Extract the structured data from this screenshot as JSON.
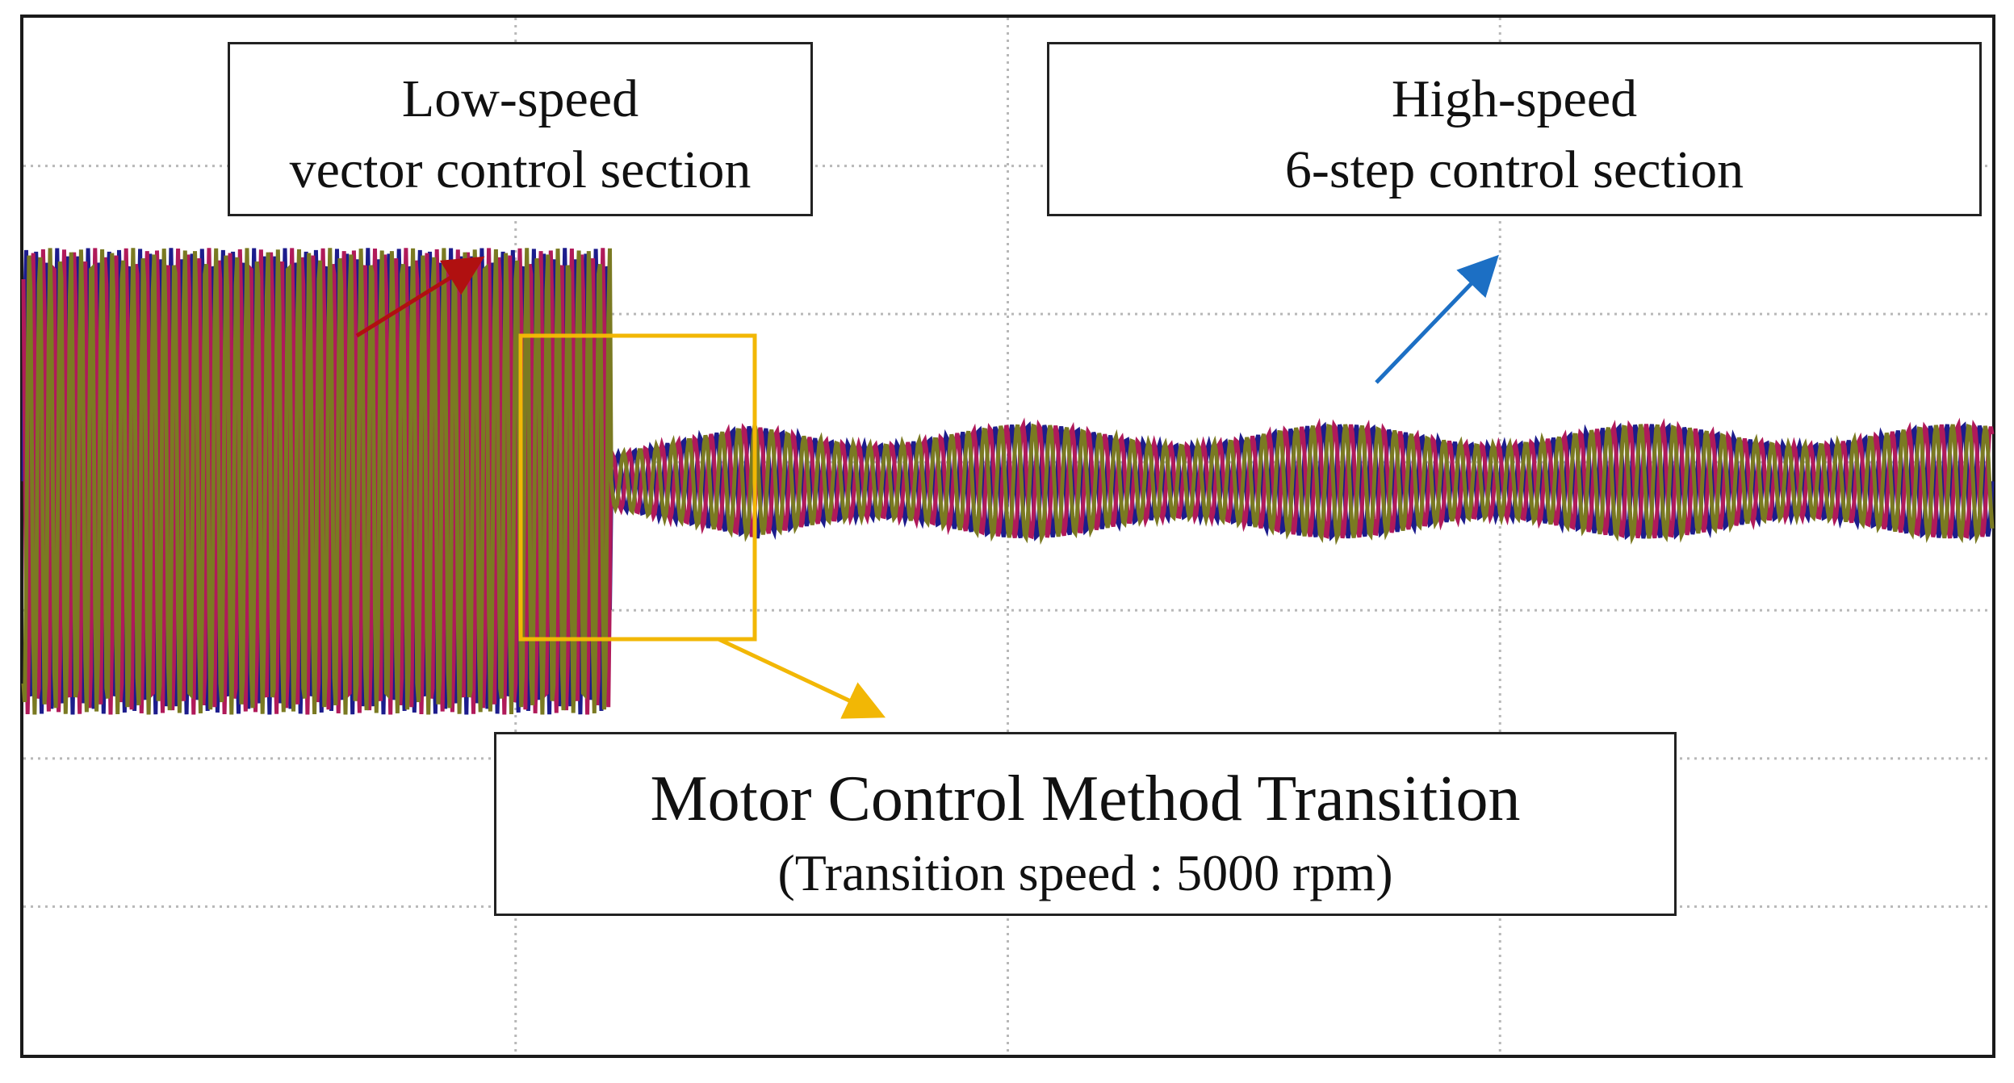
{
  "chart_data": {
    "type": "line",
    "title": "",
    "xlabel": "",
    "ylabel": "",
    "grid": true,
    "grid_divisions": {
      "x": 4,
      "y": 7
    },
    "series": [
      {
        "color": "#1c1c8c"
      },
      {
        "color": "#b01a5a"
      },
      {
        "color": "#7a7a22"
      }
    ],
    "sections": [
      {
        "name": "low_speed",
        "start": 0.0,
        "end": 0.298,
        "amplitude": 0.45
      },
      {
        "name": "transition",
        "start": 0.298,
        "end": 0.373,
        "amplitude": 0.05
      },
      {
        "name": "high_speed",
        "start": 0.373,
        "end": 1.0,
        "amplitude": 0.11
      }
    ],
    "transition_window": {
      "x_start": 0.252,
      "x_end": 0.373
    }
  },
  "annotations": {
    "low_speed": {
      "line1": "Low-speed",
      "line2": "vector control section",
      "arrow_color": "#b01010"
    },
    "high_speed": {
      "line1": "High-speed",
      "line2": "6-step control section",
      "arrow_color": "#1c6fc4"
    },
    "transition": {
      "title": "Motor Control Method Transition",
      "subtitle": "(Transition speed : 5000 rpm)",
      "highlight_color": "#f2b705"
    }
  }
}
